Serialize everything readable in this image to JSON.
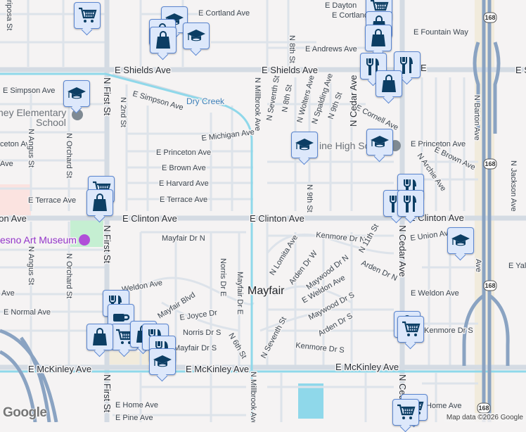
{
  "map": {
    "roads": {
      "e_cortland_w": "E Cortland Ave",
      "e_cortland_e": "E Cortland",
      "e_dayton": "E Dayton",
      "e_fountain": "E Fountain Way",
      "e_andrews": "E Andrews Ave",
      "e_shields_w": "E Shields Ave",
      "e_shields_e": "E Shields Ave",
      "e_shields_far": "E S",
      "e_shields_mid": "E",
      "e_simpson_w": "E Simpson Ave",
      "e_simpson": "E Simpson Ave",
      "e_michigan": "E Michigan Ave",
      "e_princeton_w": "E Princeton Ave",
      "e_princeton_e": "E Princeton Ave",
      "e_brown_w": "E Brown Ave",
      "e_brown_e": "E Brown Ave",
      "e_harvard": "E Harvard Ave",
      "e_terrace_w": "E Terrace Ave",
      "e_terrace": "E Terrace Ave",
      "e_clinton_w": "E Clinton Ave",
      "e_clinton_mid": "E Clinton Ave",
      "e_clinton_e": "E Clinton Ave",
      "mayfair_dr_n": "Mayfair Dr N",
      "e_weldon_w": "Weldon Ave",
      "e_weldon_mid": "E Weldon Ave",
      "e_weldon_e": "E Weldon Ave",
      "e_weldon_far": "Ave",
      "e_normal": "E Normal Ave",
      "mayfair_blvd": "Mayfair Blvd",
      "e_joyce": "E Joyce Dr",
      "norris_dr_s": "Norris Dr S",
      "mayfair_dr_s": "Mayfair Dr S",
      "e_mckinley_w": "E McKinley Ave",
      "e_mckinley_mid": "E McKinley Ave",
      "e_mckinley_e": "E McKinley Ave",
      "e_home_w": "E Home Ave",
      "e_home_e": "Home Ave",
      "e_pine": "E Pine Ave",
      "e_union": "E Union Ave",
      "e_yale": "E Yal",
      "e_cornell": "E Cornell Ave",
      "kenmore_dr_n": "Kenmore Dr N",
      "kenmore_dr_s_e": "Kenmore Dr S",
      "kenmore_dr_s": "Kenmore Dr S",
      "arden_dr_n": "Arden Dr N",
      "arden_dr_w": "Arden Dr W",
      "arden_dr_s": "Arden Dr S",
      "maywood_dr_n": "Maywood Dr N",
      "maywood_dr_s": "Maywood Dr S",
      "n_lomita": "N Lomita Ave",
      "n_11th": "N 11th St",
      "n_seventh_s": "N Seventh St",
      "n_mariposa": "riposa St",
      "n_first_n": "N First St",
      "n_first_mid": "N First St",
      "n_first_s": "N First St",
      "n_2nd": "N 2nd St",
      "n_angus_n": "N Angus St",
      "n_angus_s": "N Angus St",
      "n_orchard_n": "N Orchard St",
      "n_orchard_s": "N Orchard St",
      "n_millbrook_n": "N Millbrook Ave",
      "n_millbrook_s": "N Millbrook Ave",
      "n_seventh": "N Seventh St",
      "n_8th": "N 8th St",
      "n_8th_top": "N 8th St",
      "n_wolters": "N Wolters Ave",
      "n_spalding": "N Spalding Ave",
      "n_9th": "N 9th St",
      "n_9th_s": "N 9th St",
      "n_cedar_n": "N Cedar Ave",
      "n_cedar_mid": "N Cedar Ave",
      "n_cedar_s": "N Cedar",
      "n_barton": "N Barton Ave",
      "n_jackson": "N Jackson Ave",
      "n_archie": "N Archie Ave",
      "norris_dr_e": "Norris Dr E",
      "mayfair_dr_e": "Mayfair Dr E",
      "n_6th": "N 6th St",
      "n_ave_e": "Ave"
    },
    "route_shield": "168",
    "waterway": "Dry Creek",
    "city": "Mayfair",
    "places": {
      "elementary": "ney Elementary",
      "elementary2": "School",
      "high_school": "ine High Sc",
      "museum": "esno Art Museum"
    },
    "colors": {
      "background": "#f5f3f3",
      "road": "#d6dde5",
      "highway": "#8aa3c2",
      "water": "#8fd8ea",
      "park": "#c5efd2",
      "pin_fill": "#dde8fb",
      "pin_border": "#5b86d0",
      "icon": "#0c3e64"
    },
    "markers": [
      "shopping-cart",
      "school",
      "shopping-bag",
      "shopping-bag",
      "school",
      "shopping-cart",
      "shopping-bag",
      "shopping-bag",
      "restaurant",
      "restaurant",
      "shopping-bag",
      "school",
      "school",
      "school",
      "restaurant",
      "restaurant",
      "restaurant",
      "shopping-cart",
      "shopping-bag",
      "school",
      "restaurant",
      "coffee",
      "shopping-cart",
      "shopping-bag",
      "shopping-bag",
      "restaurant",
      "restaurant",
      "school",
      "shopping-bag",
      "shopping-cart",
      "shopping-cart",
      "shopping-cart"
    ]
  },
  "footer": {
    "logo": "Google",
    "attribution": "Map data ©2026 Google"
  }
}
